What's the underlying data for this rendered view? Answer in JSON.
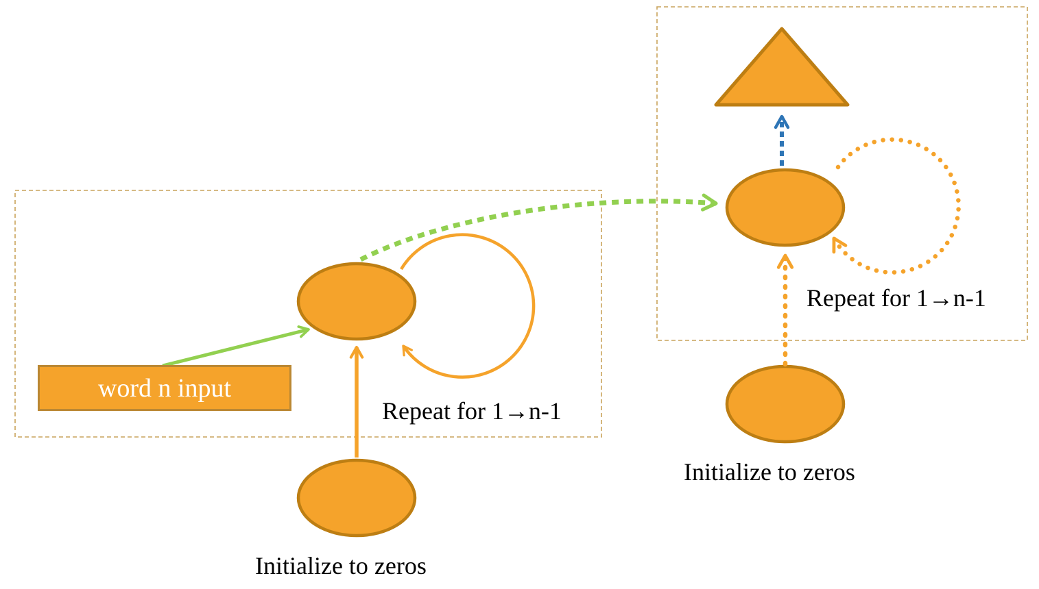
{
  "diagram": {
    "description": "Recurrent network unrolling flow diagram with two looped blocks",
    "left_block": {
      "input_label": "word n input",
      "repeat_label": "Repeat for 1→n-1",
      "init_label": "Initialize to zeros"
    },
    "right_block": {
      "repeat_label": "Repeat for 1→n-1",
      "init_label": "Initialize to zeros"
    },
    "colors": {
      "node_fill": "#F5A32B",
      "node_stroke": "#BD7E13",
      "input_box_fill": "#F5A32B",
      "input_box_stroke": "#BA8733",
      "input_text": "#FFFFFF",
      "label_text": "#000000",
      "green_arrow": "#92D050",
      "blue_arrow": "#2E75B6",
      "orange_arrow": "#F5A32B",
      "dashed_box": "#C9A35B",
      "background": "#FFFFFF"
    }
  }
}
